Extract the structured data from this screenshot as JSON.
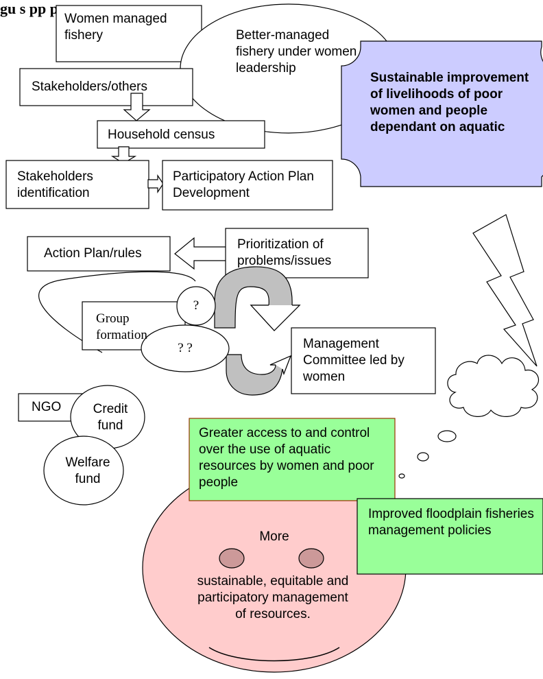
{
  "header": {
    "title": "gu       s      pp           p"
  },
  "nodes": {
    "women_managed": "Women managed fishery",
    "better_managed": "Better-managed fishery under women leadership",
    "goal": "Sustainable improvement of livelihoods of poor women and people dependant on aquatic",
    "stakeholders_others": "Stakeholders/others",
    "household_census": "Household census",
    "stakeholders_identification": "Stakeholders identification",
    "action_plan_development": "Participatory Action Plan Development",
    "action_plan_rules": "Action Plan/rules",
    "prioritization": "Prioritization of problems/issues",
    "group_formation": "Group formation",
    "q_single": "?",
    "q_double": "? ?",
    "management_committee": "Management Committee led by women",
    "ngo": "NGO",
    "credit_fund": "Credit fund",
    "welfare_fund": "Welfare fund",
    "greater_access": "Greater access to and control over the use of aquatic resources by women and poor people",
    "improved_policies": "Improved floodplain fisheries management policies",
    "face_more": "More",
    "face_text": "sustainable, equitable and participatory management of resources."
  },
  "colors": {
    "goal_fill": "#ccccff",
    "green_fill": "#99ff99",
    "face_fill": "#ffcccc",
    "eye_fill": "#cc9999",
    "green_border": "#993300"
  }
}
